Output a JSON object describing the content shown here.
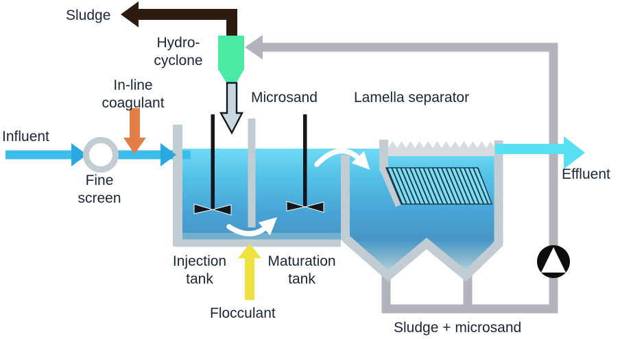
{
  "diagram": {
    "labels": {
      "sludge": "Sludge",
      "hydro_cyclone": "Hydro-\ncyclone",
      "inline_coagulant": "In-line\ncoagulant",
      "influent": "Influent",
      "fine_screen": "Fine\nscreen",
      "microsand": "Microsand",
      "lamella_separator": "Lamella separator",
      "effluent": "Effluent",
      "injection_tank": "Injection\ntank",
      "maturation_tank": "Maturation\ntank",
      "flocculant": "Flocculant",
      "sludge_microsand": "Sludge + microsand"
    },
    "colors": {
      "water_surface": "#6fdaf4",
      "water_deep": "#48a4d6",
      "tank_wall": "#c2cdd3",
      "weir_gray": "#d8dce0",
      "pipe_gray": "#b3b3bb",
      "sludge_pipe": "#2e1b10",
      "hydrocyclone_green": "#4ae9a4",
      "coagulant_orange": "#e27e46",
      "flocculant_yellow": "#efe13e",
      "influent_cyan": "#3cbce8",
      "influent_head": "#2aa8e0",
      "effluent_cyan": "#58e0f2",
      "microsand_arrow": "#c9d7e1",
      "lamella_fill": "#7ddef0",
      "lamella_hatch": "#1c3a52",
      "mixer_black": "#14181c",
      "pump_black": "#0d0d0d",
      "flow_arrow_white": "#ffffff",
      "text": "#1a2535"
    }
  }
}
